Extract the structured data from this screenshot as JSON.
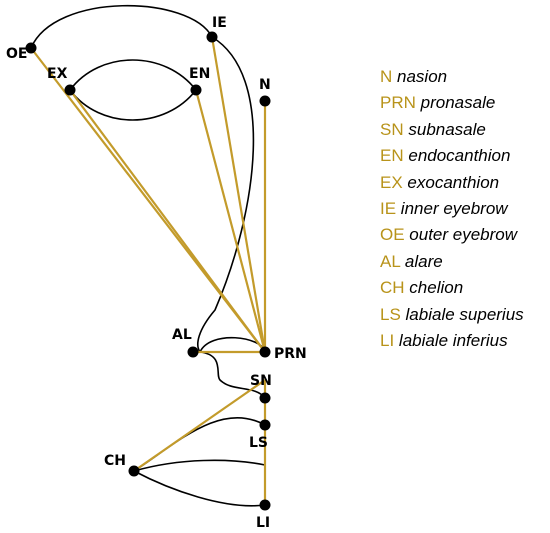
{
  "diagram": {
    "landmarks": [
      {
        "id": "N",
        "label": "N"
      },
      {
        "id": "PRN",
        "label": "PRN"
      },
      {
        "id": "SN",
        "label": "SN"
      },
      {
        "id": "EN",
        "label": "EN"
      },
      {
        "id": "EX",
        "label": "EX"
      },
      {
        "id": "IE",
        "label": "IE"
      },
      {
        "id": "OE",
        "label": "OE"
      },
      {
        "id": "AL",
        "label": "AL"
      },
      {
        "id": "CH",
        "label": "CH"
      },
      {
        "id": "LS",
        "label": "LS"
      },
      {
        "id": "LI",
        "label": "LI"
      }
    ],
    "connections": [
      [
        "N",
        "PRN"
      ],
      [
        "IE",
        "PRN"
      ],
      [
        "EN",
        "PRN"
      ],
      [
        "EX",
        "PRN"
      ],
      [
        "OE",
        "PRN"
      ],
      [
        "AL",
        "PRN"
      ],
      [
        "CH",
        "SN"
      ],
      [
        "SN",
        "LI"
      ]
    ],
    "colors": {
      "line": "#c39b2b",
      "point": "#000000",
      "curve": "#000000",
      "abbr": "#b8931a"
    }
  },
  "legend": [
    {
      "abbr": "N",
      "desc": "nasion"
    },
    {
      "abbr": "PRN",
      "desc": "pronasale"
    },
    {
      "abbr": "SN",
      "desc": "subnasale"
    },
    {
      "abbr": "EN",
      "desc": "endocanthion"
    },
    {
      "abbr": "EX",
      "desc": "exocanthion"
    },
    {
      "abbr": "IE",
      "desc": "inner eyebrow"
    },
    {
      "abbr": "OE",
      "desc": "outer eyebrow"
    },
    {
      "abbr": "AL",
      "desc": "alare"
    },
    {
      "abbr": "CH",
      "desc": "chelion"
    },
    {
      "abbr": "LS",
      "desc": "labiale superius"
    },
    {
      "abbr": "LI",
      "desc": "labiale inferius"
    }
  ]
}
